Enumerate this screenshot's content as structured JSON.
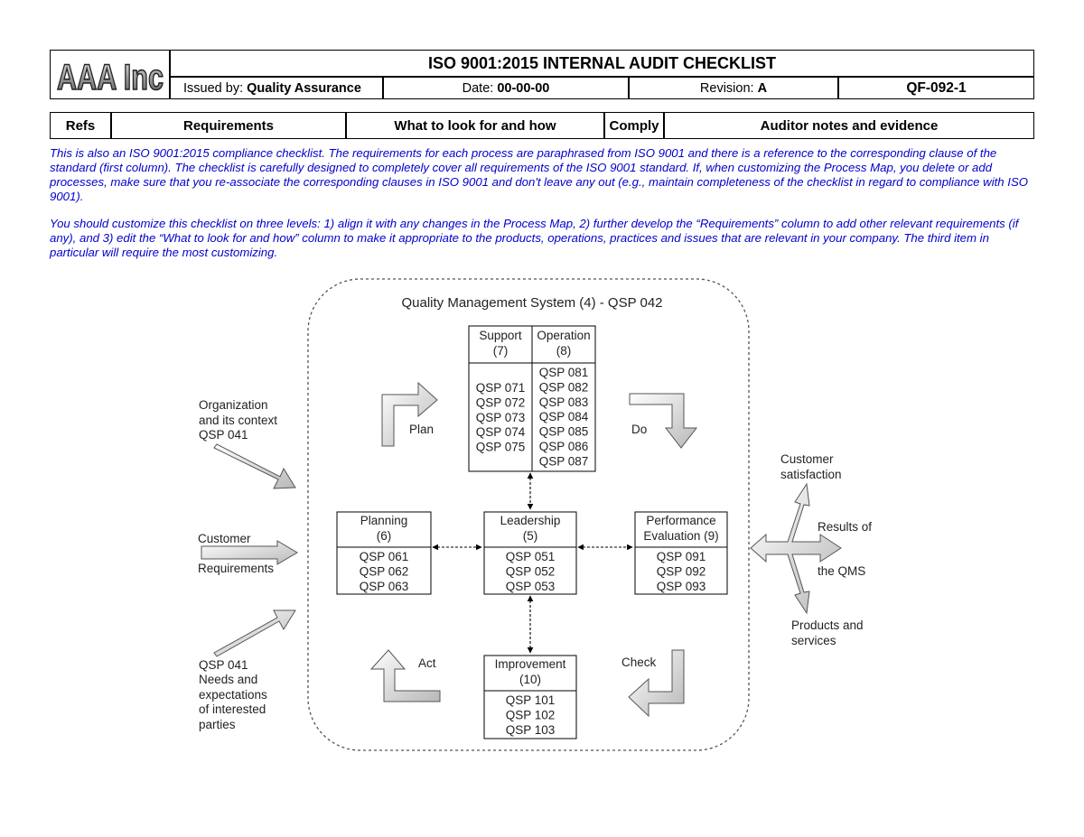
{
  "header": {
    "logo_text": "AAA Inc",
    "title": "ISO 9001:2015 INTERNAL AUDIT CHECKLIST",
    "issued_label": "Issued by: ",
    "issued_value": "Quality Assurance",
    "date_label": "Date: ",
    "date_value": "00-00-00",
    "revision_label": "Revision: ",
    "revision_value": "A",
    "form_code": "QF-092-1"
  },
  "columns": [
    "Refs",
    "Requirements",
    "What to look for and how",
    "Comply",
    "Auditor notes and evidence"
  ],
  "notes": [
    "This is also an ISO 9001:2015 compliance checklist. The requirements for each process are paraphrased from ISO 9001 and there is a reference to the corresponding clause of the standard (first column). The checklist is carefully designed to completely cover all requirements of the ISO 9001 standard. If, when customizing the Process Map, you delete or add processes, make sure that you re-associate the corresponding clauses in ISO 9001 and don't leave any out (e.g., maintain completeness of the checklist in regard to compliance with ISO 9001).",
    "You should customize this checklist on three levels: 1) align it with any changes in the Process Map, 2) further develop the “Requirements” column to add other relevant requirements (if any), and 3) edit the “What to look for and how” column to make it appropriate to the products, operations, practices and issues that are relevant in your company. The third item in particular will require the most customizing."
  ],
  "diagram": {
    "qms_title": "Quality Management System (4)  -  QSP 042",
    "support": {
      "title": [
        "Support",
        "(7)"
      ],
      "items": [
        "QSP 071",
        "QSP 072",
        "QSP 073",
        "QSP 074",
        "QSP 075"
      ]
    },
    "operation": {
      "title": [
        "Operation",
        "(8)"
      ],
      "items": [
        "QSP 081",
        "QSP 082",
        "QSP 083",
        "QSP 084",
        "QSP 085",
        "QSP 086",
        "QSP 087"
      ]
    },
    "planning": {
      "title": [
        "Planning",
        "(6)"
      ],
      "items": [
        "QSP 061",
        "QSP 062",
        "QSP 063"
      ]
    },
    "leadership": {
      "title": [
        "Leadership",
        "(5)"
      ],
      "items": [
        "QSP 051",
        "QSP 052",
        "QSP 053"
      ]
    },
    "performance": {
      "title": [
        "Performance",
        "Evaluation (9)"
      ],
      "items": [
        "QSP 091",
        "QSP 092",
        "QSP 093"
      ]
    },
    "improvement": {
      "title": [
        "Improvement",
        "(10)"
      ],
      "items": [
        "QSP 101",
        "QSP 102",
        "QSP 103"
      ]
    },
    "cycle": {
      "plan": "Plan",
      "do": "Do",
      "check": "Check",
      "act": "Act"
    },
    "inputs": {
      "org_context": [
        "Organization",
        "and its context",
        "QSP 041"
      ],
      "customer_req": [
        "Customer",
        "Requirements"
      ],
      "interested": [
        "QSP 041",
        "Needs and",
        "expectations",
        "of interested",
        "parties"
      ]
    },
    "outputs": {
      "satisfaction": [
        "Customer",
        "satisfaction"
      ],
      "results": [
        "Results of",
        "the QMS"
      ],
      "products": [
        "Products and",
        "services"
      ]
    }
  }
}
